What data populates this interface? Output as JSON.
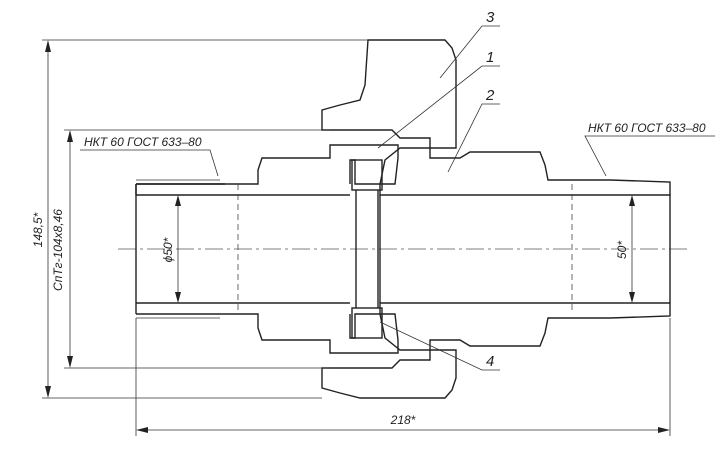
{
  "labels": {
    "thread_left": "НКТ 60 ГОСТ 633–80",
    "thread_right": "НКТ 60 ГОСТ 633–80",
    "dim_outer_dia": "148,5*",
    "dim_nut_thread": "СпТг-104х8,46",
    "dim_bore_left": "ϕ50*",
    "dim_bore_right": "50*",
    "dim_length": "218*"
  },
  "part_numbers": [
    "3",
    "1",
    "2",
    "4"
  ]
}
